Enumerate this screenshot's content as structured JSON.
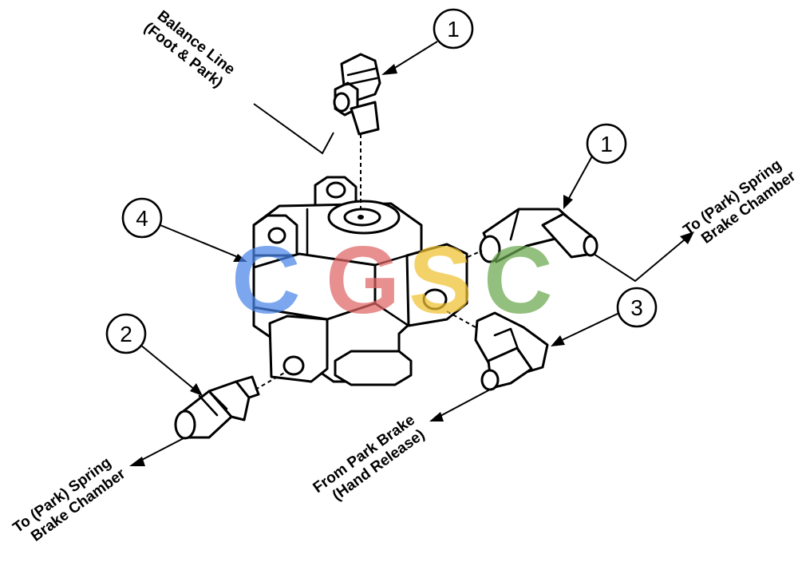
{
  "callouts": {
    "c1_top": "1",
    "c1_right": "1",
    "c2": "2",
    "c3": "3",
    "c4": "4"
  },
  "labels": {
    "balance_line_1": "Balance Line",
    "balance_line_2": "(Foot & Park)",
    "to_spring_right_1": "To (Park) Spring",
    "to_spring_right_2": "Brake Chamber",
    "to_spring_left_1": "To (Park) Spring",
    "to_spring_left_2": "Brake Chamber",
    "from_park_1": "From Park Brake",
    "from_park_2": "(Hand Release)"
  },
  "watermark": {
    "letters": [
      "C",
      "G",
      "S",
      "C"
    ],
    "colors": [
      "#4a86e8",
      "#e06666",
      "#f1c232",
      "#6aa84f"
    ]
  }
}
